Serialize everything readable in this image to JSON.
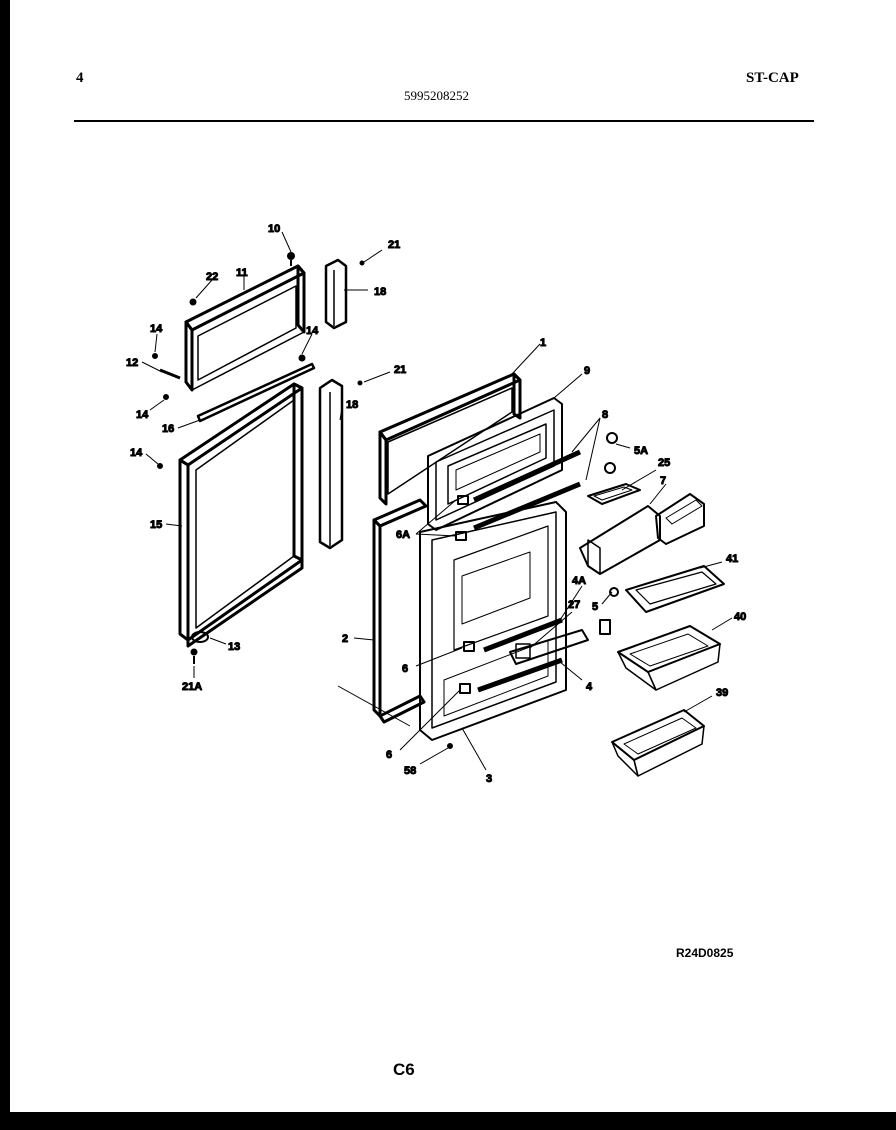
{
  "header": {
    "page_number": "4",
    "part_number": "5995208252",
    "model_code": "ST-CAP"
  },
  "footer": {
    "reference_code": "R24D0825",
    "sheet_code": "C6"
  },
  "callouts": [
    "10",
    "22",
    "11",
    "14",
    "12",
    "14",
    "14",
    "16",
    "14",
    "15",
    "13",
    "21A",
    "21",
    "18",
    "21",
    "18",
    "1",
    "9",
    "8",
    "5A",
    "25",
    "7",
    "6A",
    "2",
    "4A",
    "27",
    "5",
    "41",
    "40",
    "6",
    "4",
    "6",
    "58",
    "3",
    "39"
  ],
  "colors": {
    "ink": "#000000",
    "paper": "#ffffff",
    "frame": "#000000"
  }
}
